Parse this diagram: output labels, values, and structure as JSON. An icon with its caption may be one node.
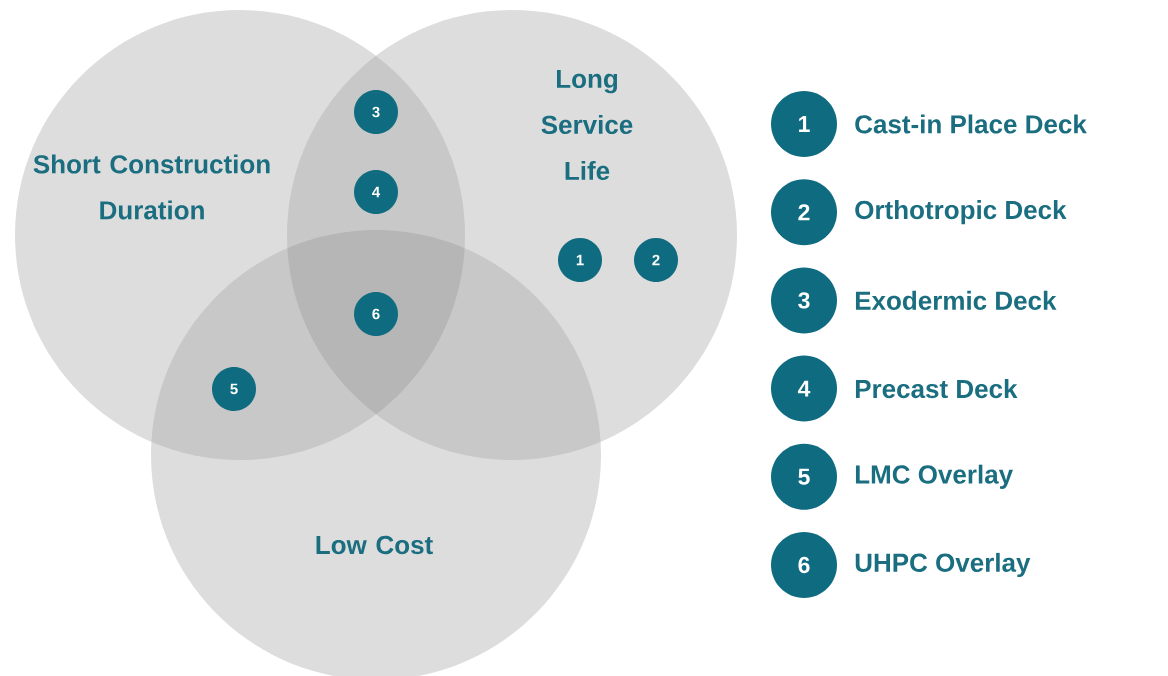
{
  "diagram": {
    "nodes": [
      {
        "text": [
          "Short Construction Duration"
        ]
      },
      {
        "text": [
          "Long Service Life"
        ]
      },
      {
        "text": [
          "Low Cost"
        ]
      },
      {
        "text": [
          "3"
        ]
      },
      {
        "text": [
          "4"
        ]
      },
      {
        "text": [
          "1"
        ],
        "in": 1
      },
      {
        "text": [
          "2"
        ],
        "in": 1
      },
      {
        "text": [
          "6"
        ]
      },
      {
        "text": [
          "5"
        ]
      },
      {
        "text": [
          "1"
        ],
        "beside": [
          "Cast-in Place Deck"
        ]
      },
      {
        "text": [
          "2"
        ],
        "beside": [
          "Orthotropic Deck"
        ]
      },
      {
        "text": [
          "3"
        ],
        "beside": [
          "Exodermic Deck"
        ]
      },
      {
        "text": [
          "4"
        ],
        "beside": [
          "Precast Deck"
        ]
      },
      {
        "text": [
          "5"
        ],
        "beside": [
          "LMC Overlay"
        ]
      },
      {
        "text": [
          "6"
        ],
        "beside": [
          "UHPC Overlay"
        ]
      }
    ],
    "edges": []
  }
}
